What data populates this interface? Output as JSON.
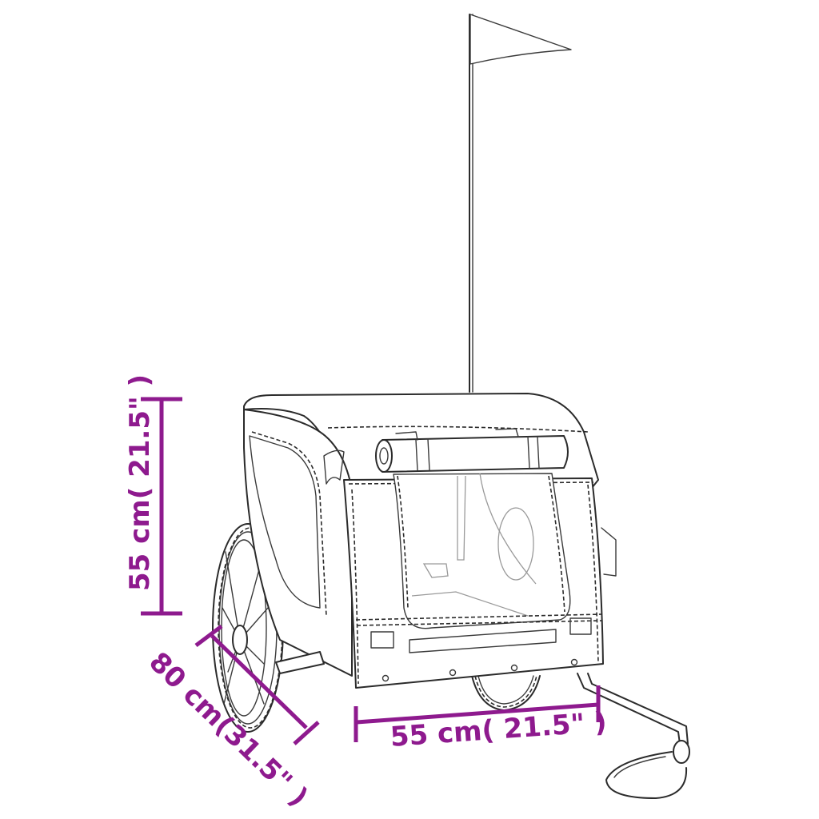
{
  "diagram": {
    "subject": "bike trailer with flag",
    "colors": {
      "dimension": "#8e1a8e",
      "line_art": "#2b2b2b",
      "background": "#ffffff"
    },
    "dimensions": {
      "height": {
        "label": "55 cm( 21.5\" )",
        "value_cm": 55,
        "value_in": 21.5
      },
      "length": {
        "label": "80 cm(31.5\" )",
        "value_cm": 80,
        "value_in": 31.5
      },
      "width": {
        "label": "55 cm( 21.5\" )",
        "value_cm": 55,
        "value_in": 21.5
      }
    }
  }
}
